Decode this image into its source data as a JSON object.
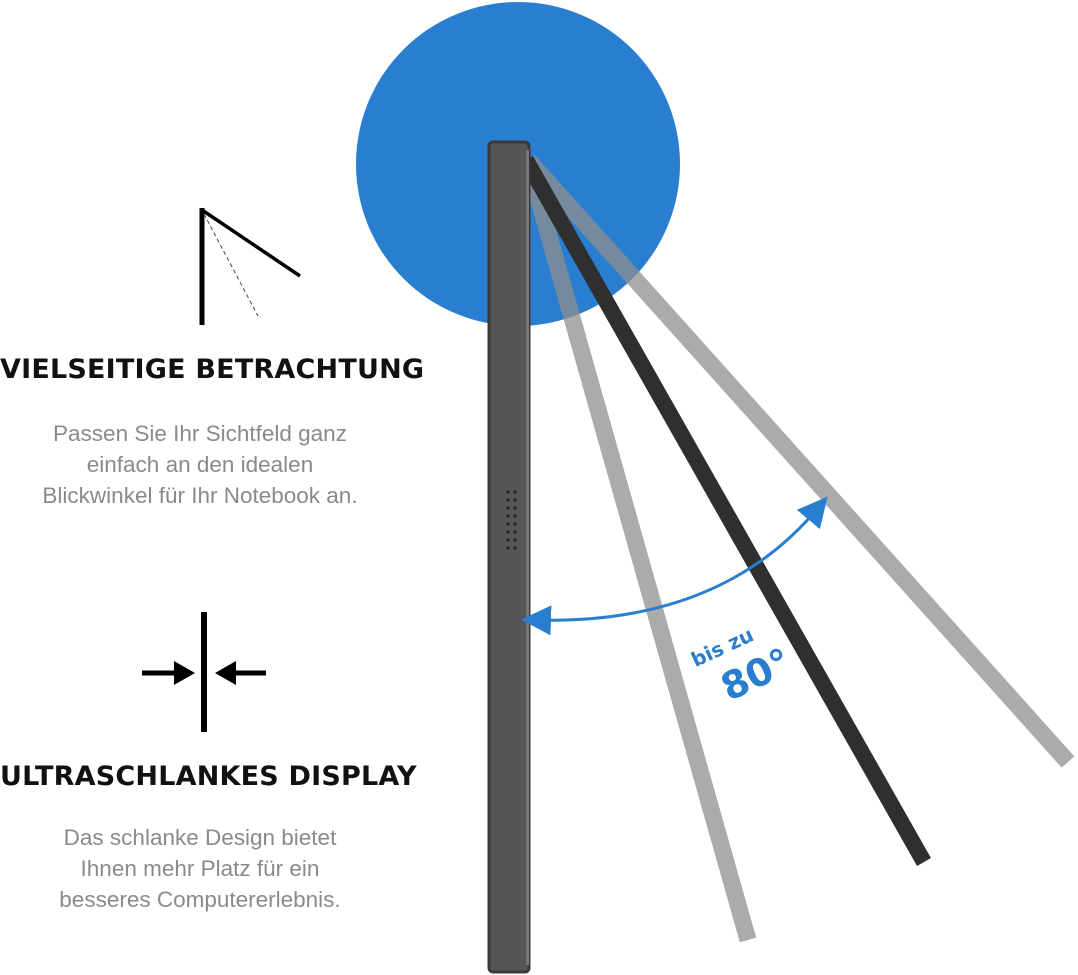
{
  "features": [
    {
      "heading": "VIELSEITIGE BETRACHTUNG",
      "lines": [
        "Passen Sie Ihr Sichtfeld ganz",
        "einfach an den idealen",
        "Blickwinkel für Ihr Notebook an."
      ],
      "icon": "viewing-angle-icon"
    },
    {
      "heading": "ULTRASCHLANKES DISPLAY",
      "lines": [
        "Das schlanke Design bietet",
        "Ihnen mehr Platz für ein",
        "besseres Computererlebnis."
      ],
      "icon": "thin-profile-icon"
    }
  ],
  "angle_label": {
    "prefix": "bis zu",
    "value": "80°"
  },
  "colors": {
    "accent": "#2a7ed0",
    "screen": "#555555",
    "screen_edge": "#3a3a3a",
    "dark_bar": "#2f2f2f",
    "light_bar": "#9e9e9e",
    "heading": "#111111",
    "body_text": "#8a8a8a"
  }
}
